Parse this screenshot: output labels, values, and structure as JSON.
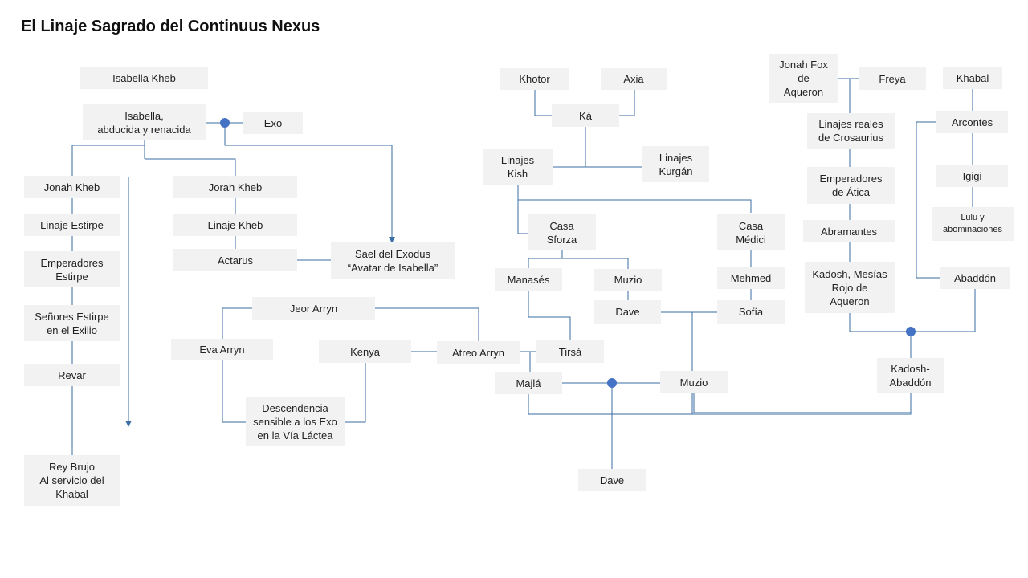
{
  "title": "El Linaje Sagrado del Continuus Nexus",
  "nodes": {
    "isabella_kheb": "Isabella Kheb",
    "isabella_abducida": "Isabella,\nabducida y renacida",
    "exo": "Exo",
    "jonah_kheb": "Jonah Kheb",
    "linaje_estirpe": "Linaje Estirpe",
    "emperadores_estirpe": "Emperadores\nEstirpe",
    "senores_estirpe": "Señores Estirpe\nen el Exilio",
    "revar": "Revar",
    "rey_brujo": "Rey Brujo\nAl servicio del\nKhabal",
    "jorah_kheb": "Jorah Kheb",
    "linaje_kheb": "Linaje Kheb",
    "actarus": "Actarus",
    "sael": "Sael del Exodus\n“Avatar de Isabella”",
    "jeor_arryn": "Jeor Arryn",
    "eva_arryn": "Eva Arryn",
    "kenya": "Kenya",
    "atreo_arryn": "Atreo Arryn",
    "descendencia": "Descendencia\nsensible a los Exo\nen la Vía Láctea",
    "khotor": "Khotor",
    "axia": "Axia",
    "ka": "Ká",
    "linajes_kish": "Linajes\nKish",
    "linajes_kurgan": "Linajes\nKurgán",
    "casa_sforza": "Casa\nSforza",
    "casa_medici": "Casa\nMédici",
    "manases": "Manasés",
    "muzio_top": "Muzio",
    "mehmed": "Mehmed",
    "dave_mid": "Dave",
    "sofia": "Sofía",
    "tirsa": "Tirsá",
    "majla": "Majlá",
    "muzio_bottom": "Muzio",
    "dave_bottom": "Dave",
    "jonah_fox": "Jonah Fox\nde\nAqueron",
    "freya": "Freya",
    "khabal": "Khabal",
    "linajes_reales": "Linajes reales\nde Crosaurius",
    "arcontes": "Arcontes",
    "emperadores_atica": "Emperadores\nde Ática",
    "igigi": "Igigi",
    "lulu": "Lulu y\nabominaciones",
    "abramantes": "Abramantes",
    "kadosh_mesias": "Kadosh, Mesías\nRojo de\nAqueron",
    "abaddon": "Abaddón",
    "kadosh_abaddon": "Kadosh-\nAbaddón"
  },
  "colors": {
    "box": "#f2f2f2",
    "line": "#3a6ea5",
    "union_dot": "#4472c4",
    "text": "#222222"
  }
}
